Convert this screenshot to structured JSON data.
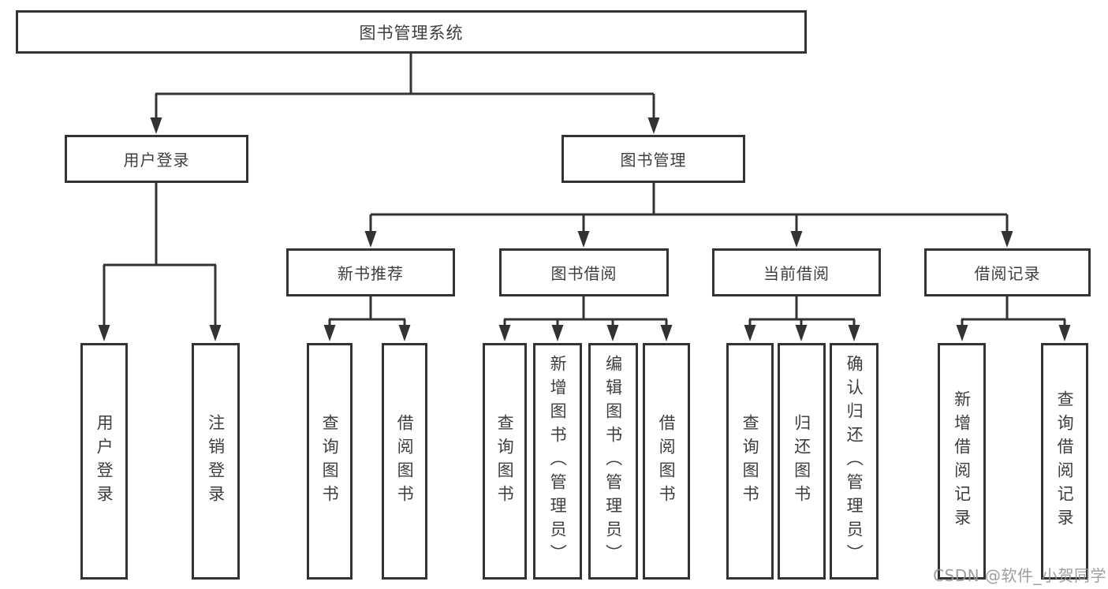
{
  "root": {
    "label": "图书管理系统"
  },
  "level2": {
    "user_login": {
      "label": "用户登录"
    },
    "book_management": {
      "label": "图书管理"
    }
  },
  "level3": {
    "new_book_rec": {
      "label": "新书推荐"
    },
    "book_borrowing": {
      "label": "图书借阅"
    },
    "current_borrowing": {
      "label": "当前借阅"
    },
    "borrowing_records": {
      "label": "借阅记录"
    }
  },
  "leaves": {
    "user_login": {
      "login": "用户登录",
      "logout": "注销登录"
    },
    "new_book_rec": {
      "query": "查询图书",
      "borrow": "借阅图书"
    },
    "book_borrowing": {
      "query": "查询图书",
      "add": "新增图书（管理员）",
      "edit": "编辑图书（管理员）",
      "borrow": "借阅图书"
    },
    "current_borrowing": {
      "query": "查询图书",
      "return": "归还图书",
      "confirm_return": "确认归还（管理员）"
    },
    "borrowing_records": {
      "add": "新增借阅记录",
      "query": "查询借阅记录"
    }
  },
  "watermark": {
    "text": "CSDN @软件_小贺同学"
  },
  "colors": {
    "line": "#333333",
    "border": "#333333",
    "text": "#3e3e3e",
    "background": "#ffffff",
    "watermark": "#949494"
  }
}
